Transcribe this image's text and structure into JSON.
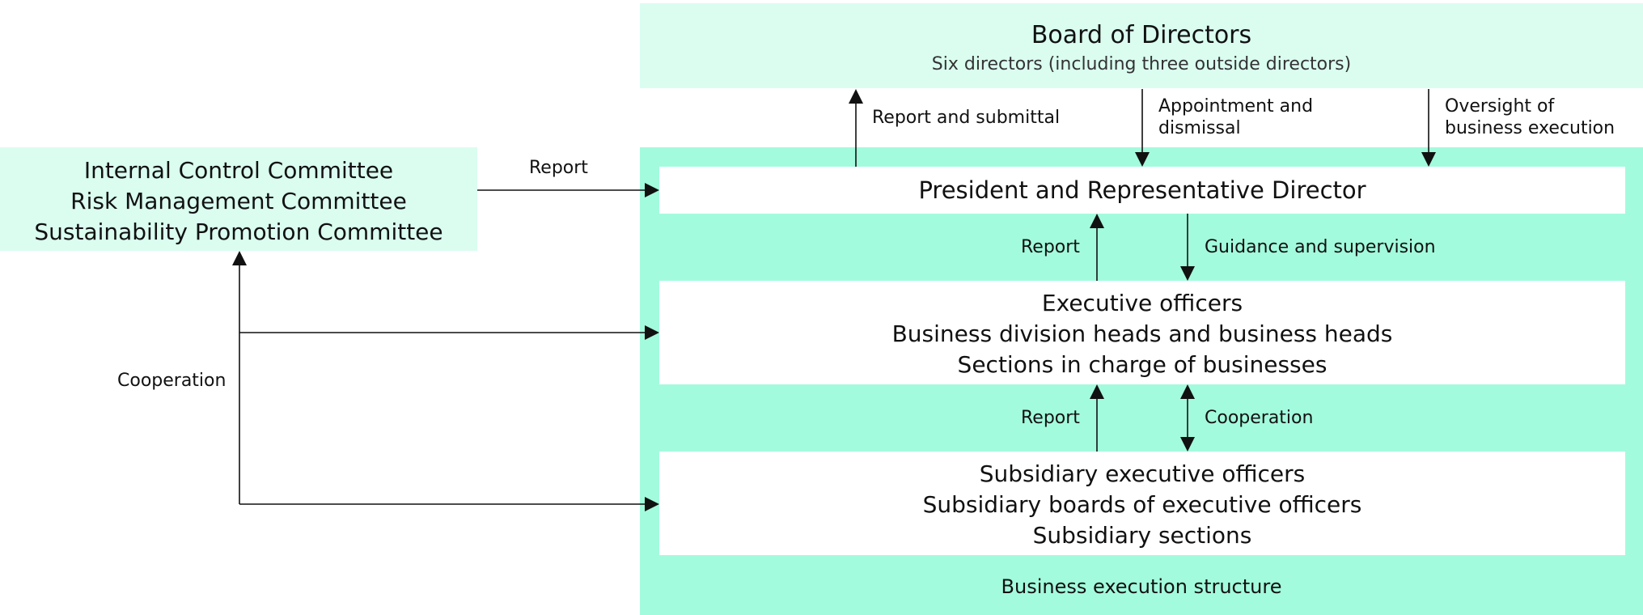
{
  "board": {
    "title": "Board of Directors",
    "subtitle": "Six directors (including three outside directors)"
  },
  "committees": {
    "lines": [
      "Internal Control Committee",
      "Risk Management Committee",
      "Sustainability Promotion Committee"
    ]
  },
  "president": {
    "title": "President and Representative Director"
  },
  "executives": {
    "lines": [
      "Executive officers",
      "Business division heads and business heads",
      "Sections in charge of businesses"
    ]
  },
  "subsidiaries": {
    "lines": [
      "Subsidiary executive officers",
      "Subsidiary boards of executive officers",
      "Subsidiary sections"
    ]
  },
  "structure_label": "Business execution structure",
  "labels": {
    "report_submittal": "Report and submittal",
    "appointment_line1": "Appointment and",
    "appointment_line2": "dismissal",
    "oversight_line1": "Oversight of",
    "oversight_line2": "business execution",
    "committee_report": "Report",
    "president_report": "Report",
    "guidance": "Guidance and supervision",
    "subsidiary_report": "Report",
    "subsidiary_cooperation": "Cooperation",
    "committee_cooperation": "Cooperation"
  },
  "colors": {
    "board_fill": "#dafdf0",
    "committee_fill": "#dafdf0",
    "structure_fill": "#a3fbdd",
    "inner_box_fill": "#ffffff",
    "arrow_color": "#111111"
  }
}
